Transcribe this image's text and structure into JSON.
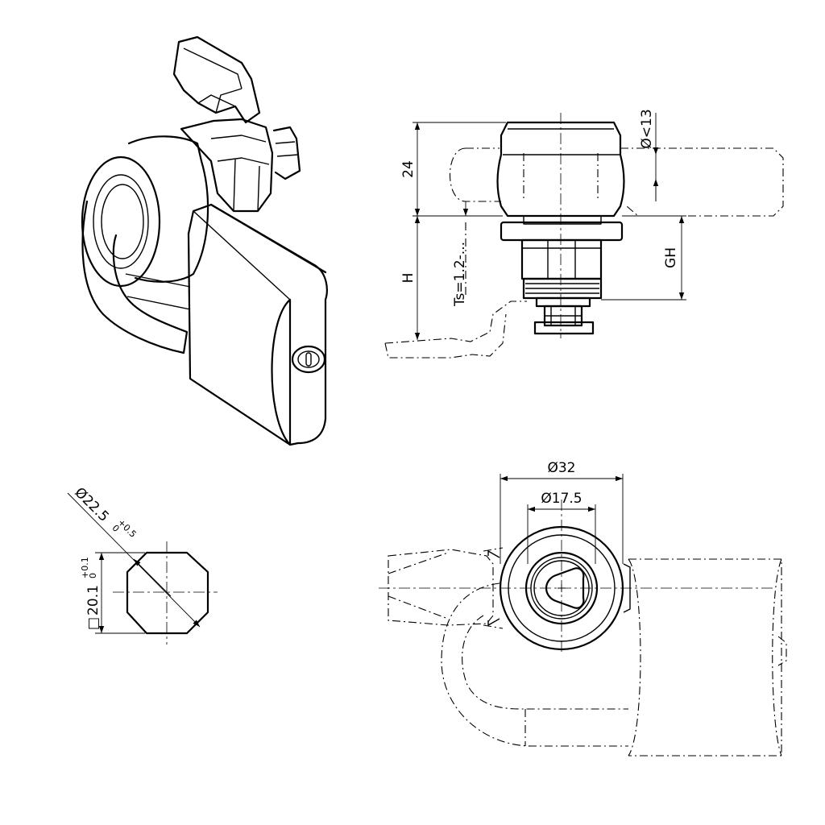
{
  "side_view": {
    "height_24": "24",
    "diameter_13": "Ø<13",
    "h": "H",
    "gh": "GH",
    "ts": "Ts=1.2-..."
  },
  "front_view": {
    "diameter_32": "Ø32",
    "diameter_17_5": "Ø17.5"
  },
  "cutout": {
    "diameter_main": "Ø22.5",
    "diameter_tol_upper": "+0.5",
    "diameter_tol_lower": "0",
    "square_symbol": "□",
    "square_main": "20.1",
    "square_tol_upper": "+0.1",
    "square_tol_lower": "0"
  }
}
